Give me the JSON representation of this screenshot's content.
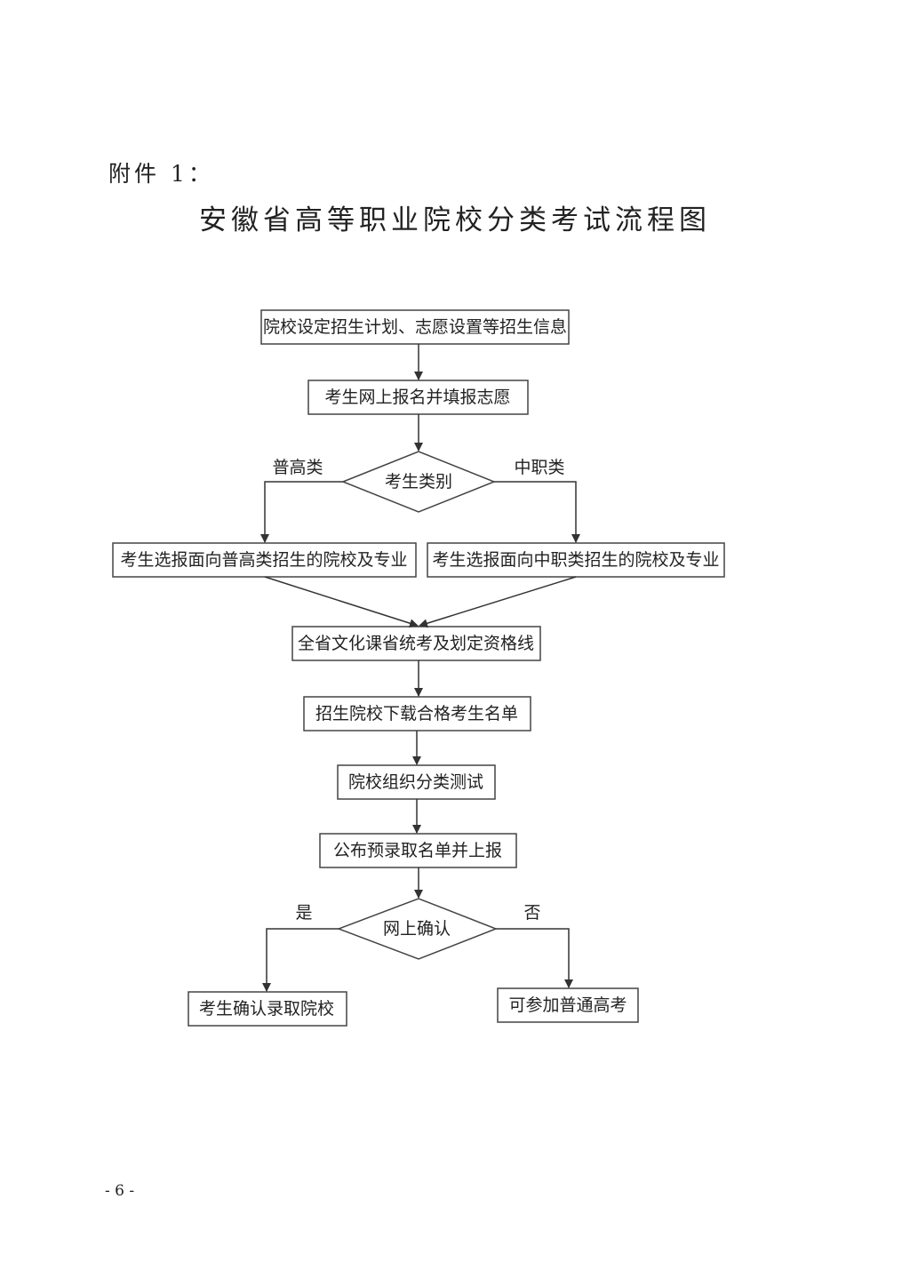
{
  "header": {
    "attachment_label": "附件 1：",
    "title": "安徽省高等职业院校分类考试流程图"
  },
  "flowchart": {
    "step1": "院校设定招生计划、志愿设置等招生信息",
    "step2": "考生网上报名并填报志愿",
    "decision1": "考生类别",
    "branch_left": "普高类",
    "branch_right": "中职类",
    "left_box": "考生选报面向普高类招生的院校及专业",
    "right_box": "考生选报面向中职类招生的院校及专业",
    "step3": "全省文化课省统考及划定资格线",
    "step4": "招生院校下载合格考生名单",
    "step5": "院校组织分类测试",
    "step6": "公布预录取名单并上报",
    "decision2": "网上确认",
    "yes_label": "是",
    "no_label": "否",
    "yes_box": "考生确认录取院校",
    "no_box": "可参加普通高考"
  },
  "footer": {
    "page_number": "- 6 -"
  }
}
